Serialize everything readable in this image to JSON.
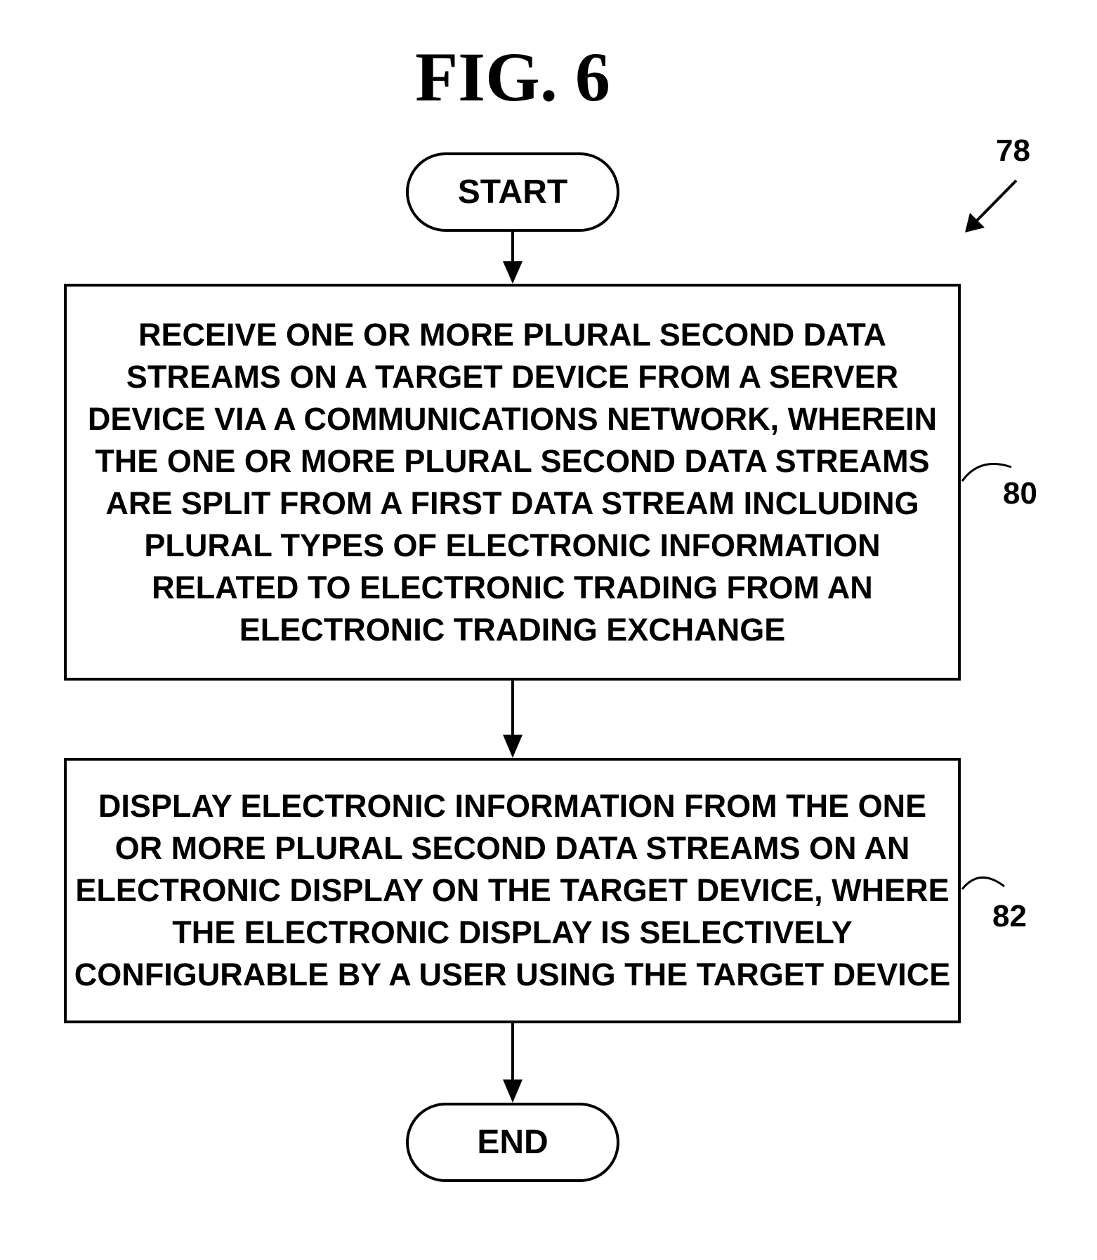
{
  "figure": {
    "title": "FIG. 6",
    "reference_number": "78"
  },
  "flowchart": {
    "start": {
      "label": "START"
    },
    "steps": [
      {
        "ref": "80",
        "text": "RECEIVE ONE OR MORE PLURAL SECOND DATA STREAMS ON A TARGET DEVICE FROM A SERVER DEVICE VIA A COMMUNICATIONS NETWORK, WHEREIN  THE ONE OR MORE PLURAL SECOND DATA STREAMS ARE SPLIT FROM A FIRST DATA STREAM INCLUDING PLURAL TYPES OF ELECTRONIC INFORMATION RELATED TO ELECTRONIC TRADING FROM AN ELECTRONIC TRADING EXCHANGE"
      },
      {
        "ref": "82",
        "text": "DISPLAY ELECTRONIC INFORMATION FROM THE ONE OR MORE PLURAL SECOND DATA STREAMS ON AN ELECTRONIC DISPLAY ON THE TARGET DEVICE, WHERE THE ELECTRONIC DISPLAY IS SELECTIVELY CONFIGURABLE BY A USER USING THE TARGET DEVICE"
      }
    ],
    "end": {
      "label": "END"
    }
  },
  "colors": {
    "line": "#000000",
    "background": "#ffffff"
  }
}
